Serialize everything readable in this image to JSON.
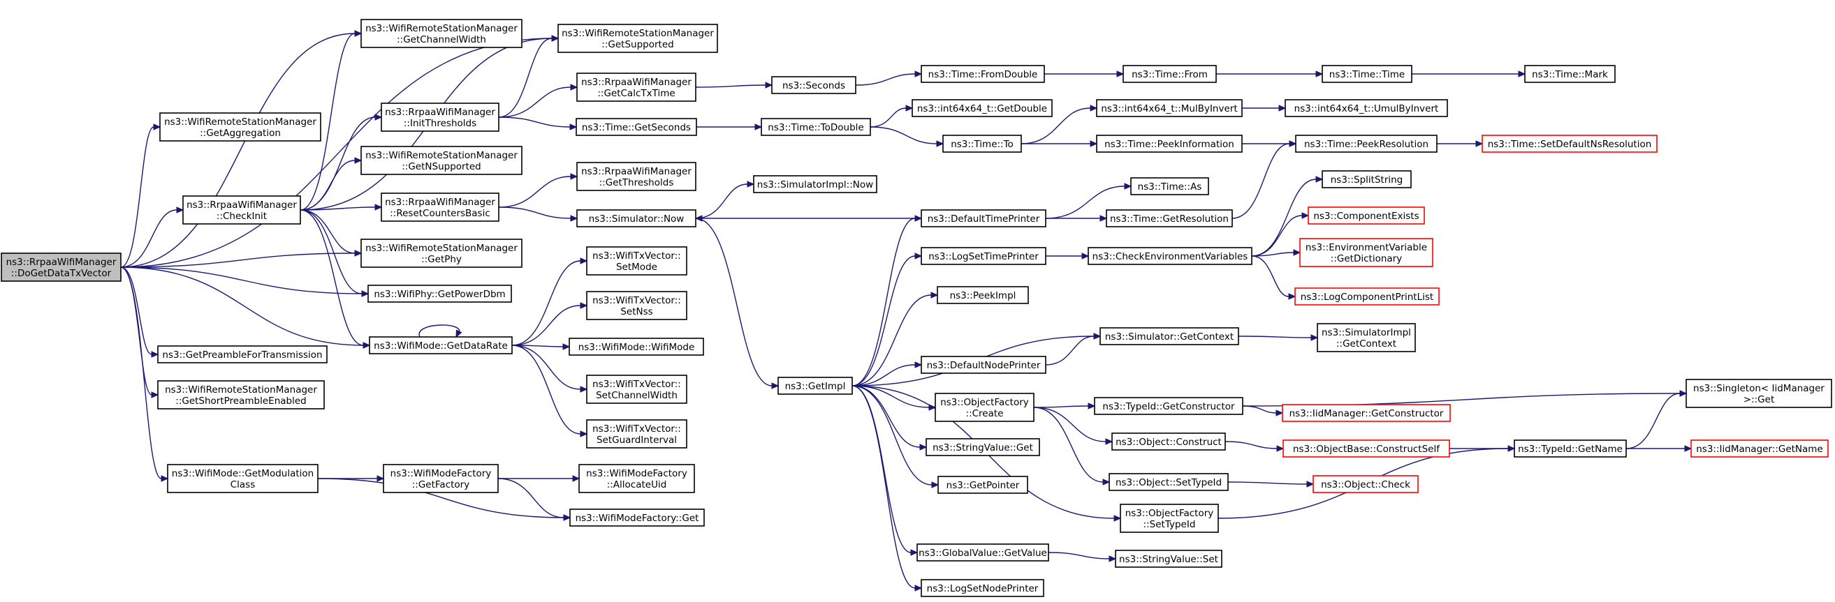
{
  "graph": {
    "title": "",
    "colors": {
      "edge": "#191970",
      "node_border": "#000000",
      "root_fill": "#bfbfbf",
      "truncated_border": "#ff0000",
      "background": "#ffffff"
    },
    "nodes": [
      {
        "id": "root",
        "label": [
          "ns3::RrpaaWifiManager",
          "::DoGetDataTxVector"
        ],
        "style": "root"
      },
      {
        "id": "getChannelWidth",
        "label": [
          "ns3::WifiRemoteStationManager",
          "::GetChannelWidth"
        ]
      },
      {
        "id": "getSupported",
        "label": [
          "ns3::WifiRemoteStationManager",
          "::GetSupported"
        ]
      },
      {
        "id": "getAggregation",
        "label": [
          "ns3::WifiRemoteStationManager",
          "::GetAggregation"
        ]
      },
      {
        "id": "checkInit",
        "label": [
          "ns3::RrpaaWifiManager",
          "::CheckInit"
        ]
      },
      {
        "id": "initThresholds",
        "label": [
          "ns3::RrpaaWifiManager",
          "::InitThresholds"
        ]
      },
      {
        "id": "getNSupported",
        "label": [
          "ns3::WifiRemoteStationManager",
          "::GetNSupported"
        ]
      },
      {
        "id": "resetCounters",
        "label": [
          "ns3::RrpaaWifiManager",
          "::ResetCountersBasic"
        ]
      },
      {
        "id": "getPhy",
        "label": [
          "ns3::WifiRemoteStationManager",
          "::GetPhy"
        ]
      },
      {
        "id": "getPowerDbm",
        "label": [
          "ns3::WifiPhy::GetPowerDbm"
        ]
      },
      {
        "id": "getDataRate",
        "label": [
          "ns3::WifiMode::GetDataRate"
        ]
      },
      {
        "id": "getPreamble",
        "label": [
          "ns3::GetPreambleForTransmission"
        ]
      },
      {
        "id": "getShortPreamble",
        "label": [
          "ns3::WifiRemoteStationManager",
          "::GetShortPreambleEnabled"
        ]
      },
      {
        "id": "getModClass",
        "label": [
          "ns3::WifiMode::GetModulation",
          "Class"
        ]
      },
      {
        "id": "getFactory",
        "label": [
          "ns3::WifiModeFactory",
          "::GetFactory"
        ]
      },
      {
        "id": "allocateUid",
        "label": [
          "ns3::WifiModeFactory",
          "::AllocateUid"
        ]
      },
      {
        "id": "factoryGet",
        "label": [
          "ns3::WifiModeFactory::Get"
        ]
      },
      {
        "id": "getCalcTxTime",
        "label": [
          "ns3::RrpaaWifiManager",
          "::GetCalcTxTime"
        ]
      },
      {
        "id": "timeGetSeconds",
        "label": [
          "ns3::Time::GetSeconds"
        ]
      },
      {
        "id": "getThresholds",
        "label": [
          "ns3::RrpaaWifiManager",
          "::GetThresholds"
        ]
      },
      {
        "id": "simNow",
        "label": [
          "ns3::Simulator::Now"
        ]
      },
      {
        "id": "setMode",
        "label": [
          "ns3::WifiTxVector::",
          "SetMode"
        ]
      },
      {
        "id": "setNss",
        "label": [
          "ns3::WifiTxVector::",
          "SetNss"
        ]
      },
      {
        "id": "wifiModeCtor",
        "label": [
          "ns3::WifiMode::WifiMode"
        ]
      },
      {
        "id": "setChannelWidth",
        "label": [
          "ns3::WifiTxVector::",
          "SetChannelWidth"
        ]
      },
      {
        "id": "setGuardInterval",
        "label": [
          "ns3::WifiTxVector::",
          "SetGuardInterval"
        ]
      },
      {
        "id": "seconds",
        "label": [
          "ns3::Seconds"
        ]
      },
      {
        "id": "toDouble",
        "label": [
          "ns3::Time::ToDouble"
        ]
      },
      {
        "id": "simImplNow",
        "label": [
          "ns3::SimulatorImpl::Now"
        ]
      },
      {
        "id": "getImpl",
        "label": [
          "ns3::GetImpl"
        ]
      },
      {
        "id": "fromDouble",
        "label": [
          "ns3::Time::FromDouble"
        ]
      },
      {
        "id": "i64GetDouble",
        "label": [
          "ns3::int64x64_t::GetDouble"
        ]
      },
      {
        "id": "timeTo",
        "label": [
          "ns3::Time::To"
        ]
      },
      {
        "id": "defaultTimePrinter",
        "label": [
          "ns3::DefaultTimePrinter"
        ]
      },
      {
        "id": "logSetTimePrinter",
        "label": [
          "ns3::LogSetTimePrinter"
        ]
      },
      {
        "id": "peekImpl",
        "label": [
          "ns3::PeekImpl"
        ]
      },
      {
        "id": "defaultNodePrinter",
        "label": [
          "ns3::DefaultNodePrinter"
        ]
      },
      {
        "id": "ofCreate",
        "label": [
          "ns3::ObjectFactory",
          "::Create"
        ]
      },
      {
        "id": "strValueGet",
        "label": [
          "ns3::StringValue::Get"
        ]
      },
      {
        "id": "getPointer",
        "label": [
          "ns3::GetPointer"
        ]
      },
      {
        "id": "gvGetValue",
        "label": [
          "ns3::GlobalValue::GetValue"
        ]
      },
      {
        "id": "logSetNodePrinter",
        "label": [
          "ns3::LogSetNodePrinter"
        ]
      },
      {
        "id": "timeFrom",
        "label": [
          "ns3::Time::From"
        ]
      },
      {
        "id": "mulByInvert",
        "label": [
          "ns3::int64x64_t::MulByInvert"
        ]
      },
      {
        "id": "peekInfo",
        "label": [
          "ns3::Time::PeekInformation"
        ]
      },
      {
        "id": "timeAs",
        "label": [
          "ns3::Time::As"
        ]
      },
      {
        "id": "getResolution",
        "label": [
          "ns3::Time::GetResolution"
        ]
      },
      {
        "id": "checkEnv",
        "label": [
          "ns3::CheckEnvironmentVariables"
        ]
      },
      {
        "id": "simGetContext",
        "label": [
          "ns3::Simulator::GetContext"
        ]
      },
      {
        "id": "tidGetCtor",
        "label": [
          "ns3::TypeId::GetConstructor"
        ]
      },
      {
        "id": "objConstruct",
        "label": [
          "ns3::Object::Construct"
        ]
      },
      {
        "id": "objSetTypeId",
        "label": [
          "ns3::Object::SetTypeId"
        ]
      },
      {
        "id": "ofSetTypeId",
        "label": [
          "ns3::ObjectFactory",
          "::SetTypeId"
        ]
      },
      {
        "id": "strValueSet",
        "label": [
          "ns3::StringValue::Set"
        ]
      },
      {
        "id": "timeTime",
        "label": [
          "ns3::Time::Time"
        ]
      },
      {
        "id": "umulByInvert",
        "label": [
          "ns3::int64x64_t::UmulByInvert"
        ]
      },
      {
        "id": "peekResolution",
        "label": [
          "ns3::Time::PeekResolution"
        ]
      },
      {
        "id": "splitString",
        "label": [
          "ns3::SplitString"
        ]
      },
      {
        "id": "componentExists",
        "label": [
          "ns3::ComponentExists"
        ],
        "style": "truncated"
      },
      {
        "id": "envGetDict",
        "label": [
          "ns3::EnvironmentVariable",
          "::GetDictionary"
        ],
        "style": "truncated"
      },
      {
        "id": "logCompPrintList",
        "label": [
          "ns3::LogComponentPrintList"
        ],
        "style": "truncated"
      },
      {
        "id": "simImplGetContext",
        "label": [
          "ns3::SimulatorImpl",
          "::GetContext"
        ]
      },
      {
        "id": "iidGetCtor",
        "label": [
          "ns3::IidManager::GetConstructor"
        ],
        "style": "truncated"
      },
      {
        "id": "obConstructSelf",
        "label": [
          "ns3::ObjectBase::ConstructSelf"
        ],
        "style": "truncated"
      },
      {
        "id": "objCheck",
        "label": [
          "ns3::Object::Check"
        ],
        "style": "truncated"
      },
      {
        "id": "timeMark",
        "label": [
          "ns3::Time::Mark"
        ]
      },
      {
        "id": "setDefaultNsRes",
        "label": [
          "ns3::Time::SetDefaultNsResolution"
        ],
        "style": "truncated"
      },
      {
        "id": "tidGetName",
        "label": [
          "ns3::TypeId::GetName"
        ]
      },
      {
        "id": "singletonGet",
        "label": [
          "ns3::Singleton< IidManager",
          ">::Get"
        ]
      },
      {
        "id": "iidGetName",
        "label": [
          "ns3::IidManager::GetName"
        ],
        "style": "truncated"
      }
    ],
    "edges": [
      [
        "root",
        "getChannelWidth"
      ],
      [
        "root",
        "getSupported"
      ],
      [
        "root",
        "getAggregation"
      ],
      [
        "root",
        "checkInit"
      ],
      [
        "root",
        "getPhy"
      ],
      [
        "root",
        "getPowerDbm"
      ],
      [
        "root",
        "getDataRate"
      ],
      [
        "root",
        "getPreamble"
      ],
      [
        "root",
        "getShortPreamble"
      ],
      [
        "root",
        "getModClass"
      ],
      [
        "checkInit",
        "getChannelWidth"
      ],
      [
        "checkInit",
        "getSupported"
      ],
      [
        "checkInit",
        "initThresholds"
      ],
      [
        "checkInit",
        "getNSupported"
      ],
      [
        "checkInit",
        "resetCounters"
      ],
      [
        "checkInit",
        "getPhy"
      ],
      [
        "checkInit",
        "getPowerDbm"
      ],
      [
        "checkInit",
        "getDataRate"
      ],
      [
        "initThresholds",
        "getSupported"
      ],
      [
        "initThresholds",
        "getCalcTxTime"
      ],
      [
        "initThresholds",
        "timeGetSeconds"
      ],
      [
        "resetCounters",
        "getThresholds"
      ],
      [
        "resetCounters",
        "simNow"
      ],
      [
        "getDataRate",
        "getDataRate"
      ],
      [
        "getDataRate",
        "setMode"
      ],
      [
        "getDataRate",
        "setNss"
      ],
      [
        "getDataRate",
        "wifiModeCtor"
      ],
      [
        "getDataRate",
        "setChannelWidth"
      ],
      [
        "getDataRate",
        "setGuardInterval"
      ],
      [
        "getModClass",
        "getFactory"
      ],
      [
        "getModClass",
        "factoryGet"
      ],
      [
        "getFactory",
        "allocateUid"
      ],
      [
        "getFactory",
        "factoryGet"
      ],
      [
        "getCalcTxTime",
        "seconds"
      ],
      [
        "timeGetSeconds",
        "toDouble"
      ],
      [
        "simNow",
        "simImplNow"
      ],
      [
        "simNow",
        "getImpl"
      ],
      [
        "seconds",
        "fromDouble"
      ],
      [
        "fromDouble",
        "timeFrom"
      ],
      [
        "timeFrom",
        "timeTime"
      ],
      [
        "timeTime",
        "timeMark"
      ],
      [
        "toDouble",
        "i64GetDouble"
      ],
      [
        "toDouble",
        "timeTo"
      ],
      [
        "timeTo",
        "mulByInvert"
      ],
      [
        "timeTo",
        "peekInfo"
      ],
      [
        "mulByInvert",
        "umulByInvert"
      ],
      [
        "peekInfo",
        "peekResolution"
      ],
      [
        "peekResolution",
        "setDefaultNsRes"
      ],
      [
        "getImpl",
        "defaultTimePrinter"
      ],
      [
        "getImpl",
        "logSetTimePrinter"
      ],
      [
        "getImpl",
        "peekImpl"
      ],
      [
        "getImpl",
        "defaultNodePrinter"
      ],
      [
        "getImpl",
        "ofCreate"
      ],
      [
        "getImpl",
        "strValueGet"
      ],
      [
        "getImpl",
        "getPointer"
      ],
      [
        "getImpl",
        "gvGetValue"
      ],
      [
        "getImpl",
        "logSetNodePrinter"
      ],
      [
        "getImpl",
        "ofSetTypeId"
      ],
      [
        "getImpl",
        "simGetContext"
      ],
      [
        "defaultTimePrinter",
        "simNow"
      ],
      [
        "defaultTimePrinter",
        "timeAs"
      ],
      [
        "defaultTimePrinter",
        "getResolution"
      ],
      [
        "getResolution",
        "peekResolution"
      ],
      [
        "logSetTimePrinter",
        "checkEnv"
      ],
      [
        "checkEnv",
        "splitString"
      ],
      [
        "checkEnv",
        "componentExists"
      ],
      [
        "checkEnv",
        "envGetDict"
      ],
      [
        "checkEnv",
        "logCompPrintList"
      ],
      [
        "defaultNodePrinter",
        "simGetContext"
      ],
      [
        "simGetContext",
        "simImplGetContext"
      ],
      [
        "ofCreate",
        "tidGetCtor"
      ],
      [
        "ofCreate",
        "objConstruct"
      ],
      [
        "ofCreate",
        "objSetTypeId"
      ],
      [
        "tidGetCtor",
        "iidGetCtor"
      ],
      [
        "tidGetCtor",
        "singletonGet"
      ],
      [
        "objConstruct",
        "obConstructSelf"
      ],
      [
        "obConstructSelf",
        "tidGetName"
      ],
      [
        "objSetTypeId",
        "objCheck"
      ],
      [
        "ofSetTypeId",
        "tidGetName"
      ],
      [
        "tidGetName",
        "singletonGet"
      ],
      [
        "tidGetName",
        "iidGetName"
      ],
      [
        "gvGetValue",
        "strValueSet"
      ]
    ]
  }
}
